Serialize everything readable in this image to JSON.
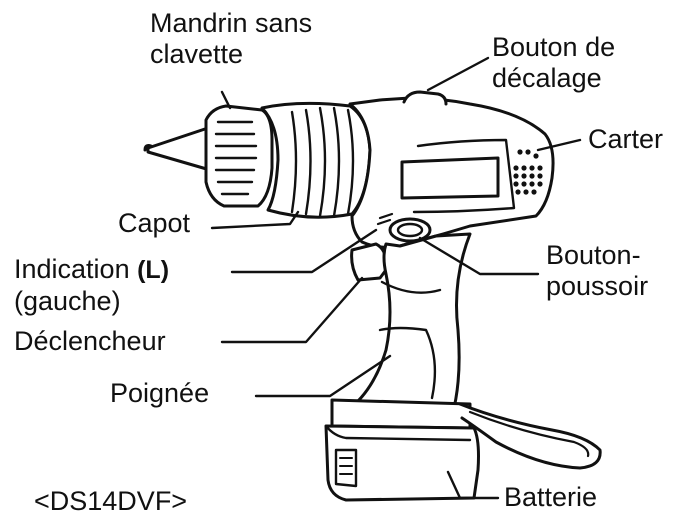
{
  "colors": {
    "ink": "#111111",
    "paper": "#ffffff"
  },
  "labels": {
    "mandrin": [
      "Mandrin sans",
      "clavette"
    ],
    "bouton_decalage": [
      "Bouton de",
      "décalage"
    ],
    "carter": "Carter",
    "capot": "Capot",
    "indication": [
      "Indication",
      "(gauche)"
    ],
    "indication_glyph": "(L)",
    "bouton_poussoir": [
      "Bouton-",
      "poussoir"
    ],
    "declencheur": "Déclencheur",
    "poignee": "Poignée",
    "batterie": "Batterie",
    "model": "<DS14DVF>"
  }
}
